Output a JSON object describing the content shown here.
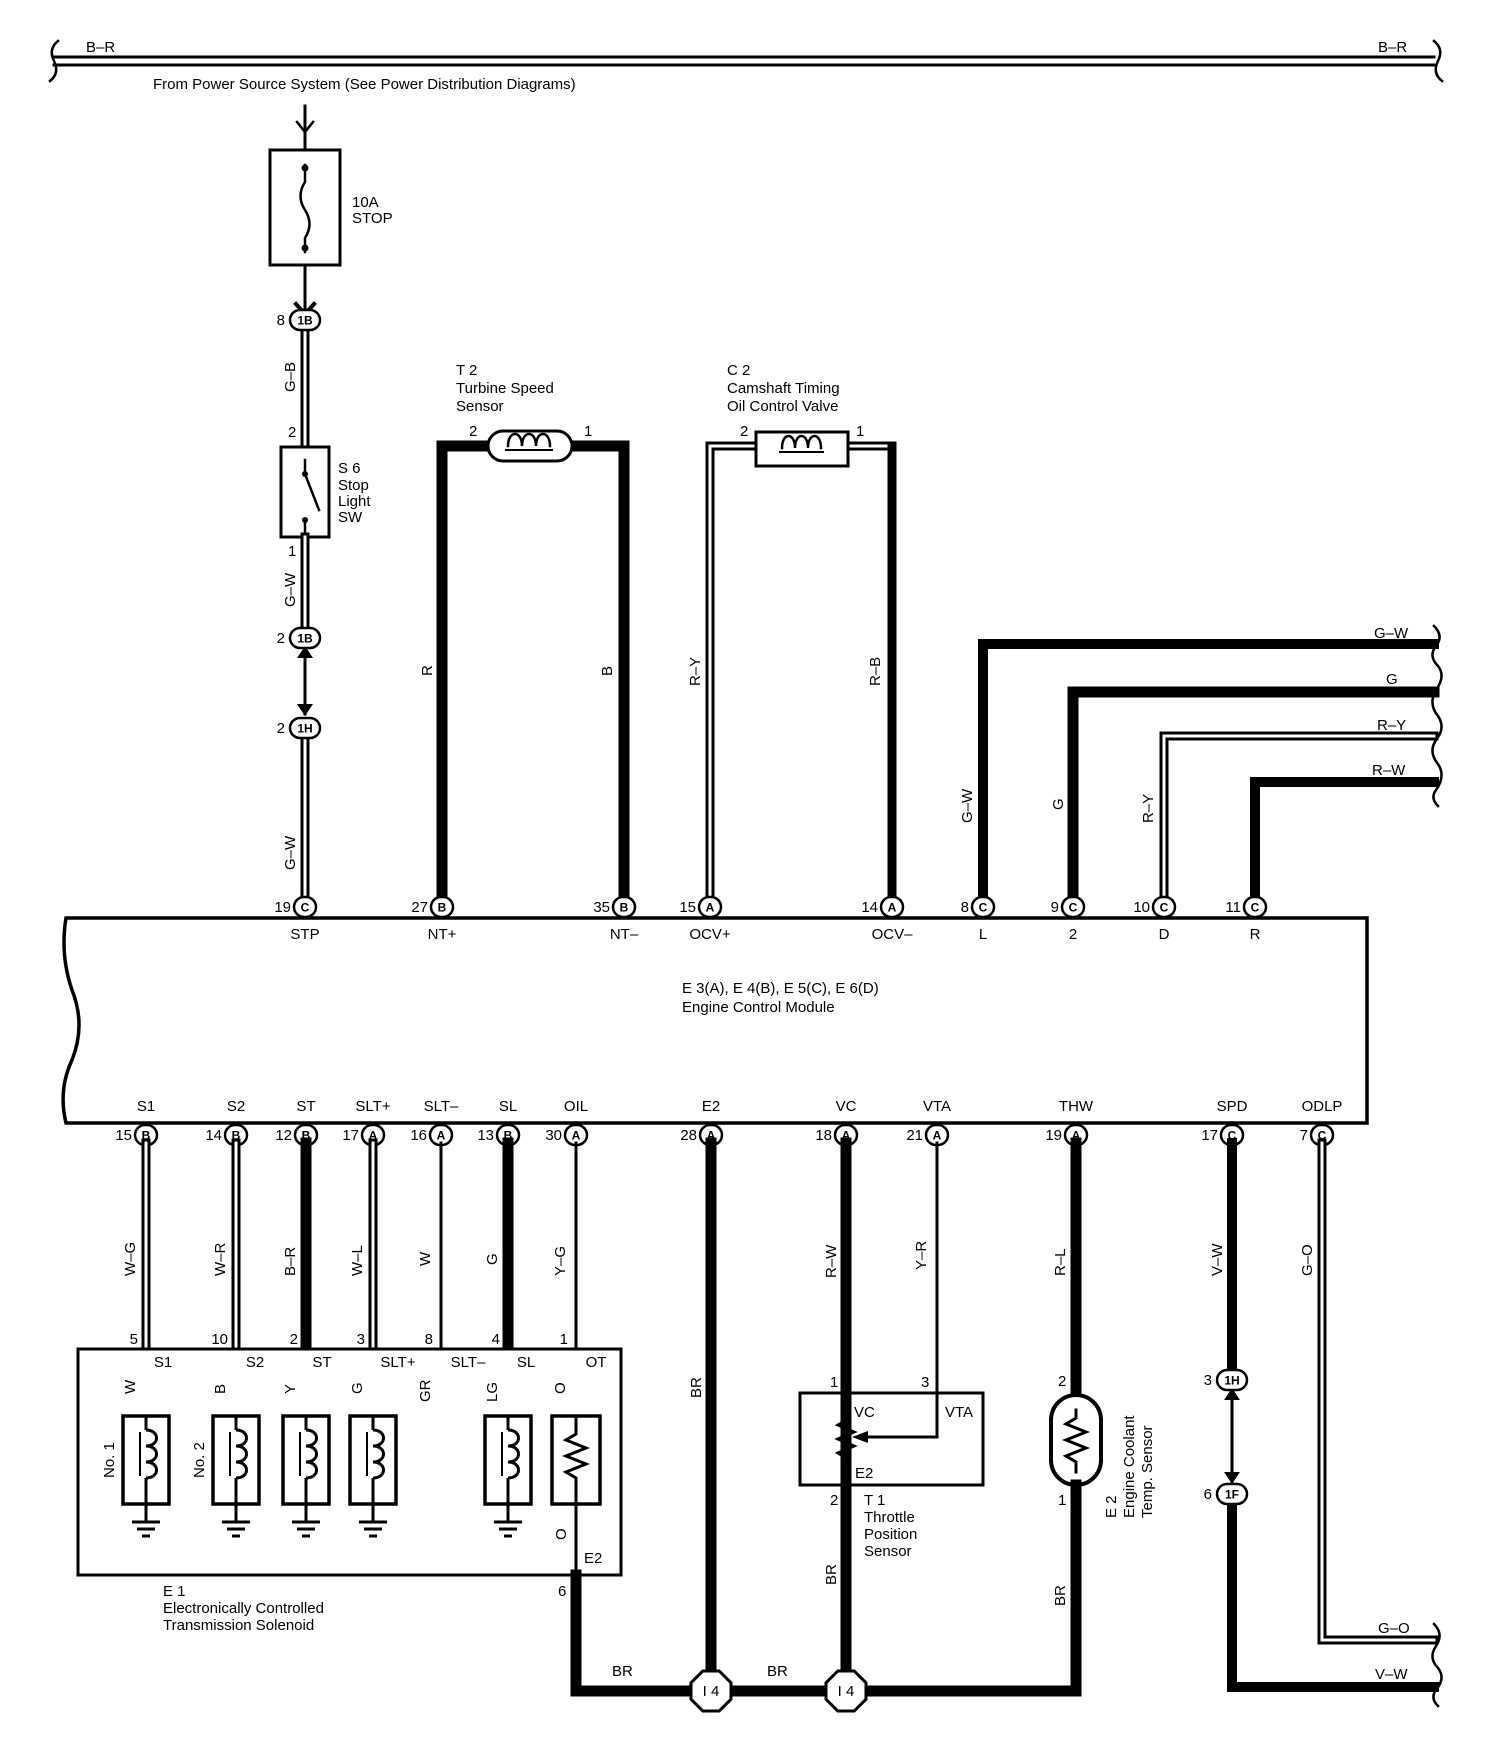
{
  "power": {
    "bus_left": "B–R",
    "bus_right": "B–R",
    "source_note": "From Power Source System (See Power Distribution Diagrams)"
  },
  "fuse": {
    "line1": "10A",
    "line2": "STOP"
  },
  "stop_light_sw": {
    "id": "S 6",
    "line1": "Stop",
    "line2": "Light",
    "line3": "SW",
    "pin_top": "2",
    "pin_bottom": "1"
  },
  "turbine_sensor": {
    "id": "T 2",
    "line1": "Turbine Speed",
    "line2": "Sensor",
    "pin_left": "2",
    "pin_right": "1"
  },
  "ocv": {
    "id": "C 2",
    "line1": "Camshaft Timing",
    "line2": "Oil Control Valve",
    "pin_left": "2",
    "pin_right": "1"
  },
  "ecm": {
    "line1": "E 3(A), E 4(B), E 5(C), E 6(D)",
    "line2": "Engine Control Module",
    "top_terminals": [
      {
        "pin": "19",
        "conn": "C",
        "name": "STP"
      },
      {
        "pin": "27",
        "conn": "B",
        "name": "NT+"
      },
      {
        "pin": "35",
        "conn": "B",
        "name": "NT–"
      },
      {
        "pin": "15",
        "conn": "A",
        "name": "OCV+"
      },
      {
        "pin": "14",
        "conn": "A",
        "name": "OCV–"
      },
      {
        "pin": "8",
        "conn": "C",
        "name": "L"
      },
      {
        "pin": "9",
        "conn": "C",
        "name": "2"
      },
      {
        "pin": "10",
        "conn": "C",
        "name": "D"
      },
      {
        "pin": "11",
        "conn": "C",
        "name": "R"
      }
    ],
    "bottom_terminals": [
      {
        "pin": "15",
        "conn": "B",
        "name": "S1"
      },
      {
        "pin": "14",
        "conn": "B",
        "name": "S2"
      },
      {
        "pin": "12",
        "conn": "B",
        "name": "ST"
      },
      {
        "pin": "17",
        "conn": "A",
        "name": "SLT+"
      },
      {
        "pin": "16",
        "conn": "A",
        "name": "SLT–"
      },
      {
        "pin": "13",
        "conn": "B",
        "name": "SL"
      },
      {
        "pin": "30",
        "conn": "A",
        "name": "OIL"
      },
      {
        "pin": "28",
        "conn": "A",
        "name": "E2"
      },
      {
        "pin": "18",
        "conn": "A",
        "name": "VC"
      },
      {
        "pin": "21",
        "conn": "A",
        "name": "VTA"
      },
      {
        "pin": "19",
        "conn": "A",
        "name": "THW"
      },
      {
        "pin": "17",
        "conn": "C",
        "name": "SPD"
      },
      {
        "pin": "7",
        "conn": "C",
        "name": "ODLP"
      }
    ]
  },
  "junctions": {
    "j1b_top": {
      "pin": "8",
      "conn": "1B"
    },
    "j1b_mid": {
      "pin": "2",
      "conn": "1B"
    },
    "j1h_left": {
      "pin": "2",
      "conn": "1H"
    },
    "j1h_right": {
      "pin": "3",
      "conn": "1H"
    },
    "j1f": {
      "pin": "6",
      "conn": "1F"
    },
    "i4_a": "I 4",
    "i4_b": "I 4"
  },
  "wire_colors": {
    "stp_upper": "G–B",
    "stp_mid": "G–W",
    "stp_lower": "G–W",
    "nt_plus": "R",
    "nt_minus": "B",
    "ocv_plus": "R–Y",
    "ocv_minus": "R–B",
    "l": "G–W",
    "two": "G",
    "d": "R–Y",
    "r": "R–W",
    "out_gw": "G–W",
    "out_g": "G",
    "out_ry": "R–Y",
    "out_rw": "R–W",
    "s1": "W–G",
    "s2": "W–R",
    "st": "B–R",
    "sltp": "W–L",
    "sltm": "W",
    "sl": "G",
    "oil": "Y–G",
    "e2": "BR",
    "vc": "R–W",
    "vta": "Y–R",
    "thw": "R–L",
    "spd": "V–W",
    "odlp": "G–O",
    "out_go": "G–O",
    "out_vw": "V–W",
    "br_tps": "BR",
    "br_ect": "BR",
    "br_bottom1": "BR",
    "br_bottom2": "BR"
  },
  "solenoid": {
    "id": "E 1",
    "line1": "Electronically Controlled",
    "line2": "Transmission Solenoid",
    "pins": [
      "5",
      "10",
      "2",
      "3",
      "8",
      "4",
      "1"
    ],
    "terminals": [
      "S1",
      "S2",
      "ST",
      "SLT+",
      "SLT–",
      "SL",
      "OT"
    ],
    "inner_colors": [
      "W",
      "B",
      "Y",
      "G",
      "GR",
      "LG",
      "O"
    ],
    "no1": "No. 1",
    "no2": "No. 2",
    "bottom_o": "O",
    "e2": "E2",
    "pin6": "6"
  },
  "tps": {
    "id": "T 1",
    "line1": "Throttle",
    "line2": "Position",
    "line3": "Sensor",
    "vc": "VC",
    "vta": "VTA",
    "e2": "E2",
    "pin1": "1",
    "pin2": "2",
    "pin3": "3"
  },
  "ect": {
    "id": "E 2",
    "line1": "Engine Coolant",
    "line2": "Temp. Sensor",
    "pin_top": "2",
    "pin_bottom": "1"
  }
}
